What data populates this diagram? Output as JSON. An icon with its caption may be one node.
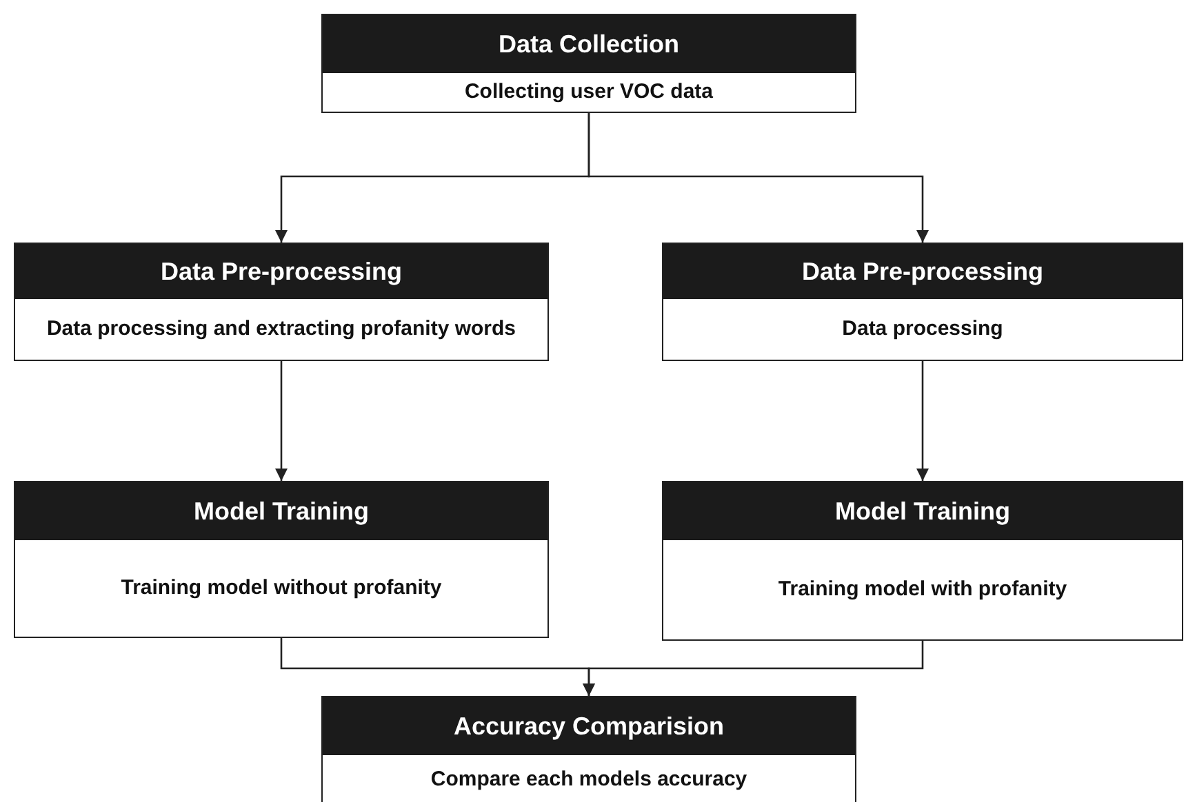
{
  "diagram": {
    "nodes": [
      {
        "text": [
          "Data Collection",
          "Collecting user VOC data"
        ]
      },
      {
        "text": [
          "Data Pre-processing",
          "Data processing and extracting profanity words"
        ]
      },
      {
        "text": [
          "Data Pre-processing",
          "Data processing"
        ]
      },
      {
        "text": [
          "Model Training",
          "Training model without profanity"
        ]
      },
      {
        "text": [
          "Model Training",
          "Training model with profanity"
        ]
      },
      {
        "text": [
          "Accuracy Comparision",
          "Compare each models accuracy"
        ]
      }
    ],
    "edges": [
      {
        "from": 0,
        "to": 1,
        "arrow": "to"
      },
      {
        "from": 0,
        "to": 2,
        "arrow": "to"
      },
      {
        "from": 1,
        "to": 3,
        "arrow": "to"
      },
      {
        "from": 2,
        "to": 4,
        "arrow": "to"
      },
      {
        "from": 3,
        "to": 5,
        "arrow": "to"
      },
      {
        "from": 4,
        "to": 5,
        "arrow": "to"
      }
    ]
  }
}
